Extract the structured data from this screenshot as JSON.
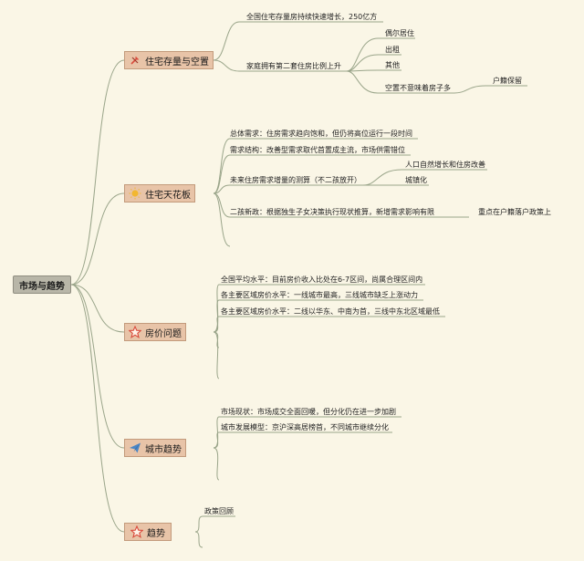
{
  "root": {
    "label": "市场与趋势"
  },
  "branches": [
    {
      "label": "住宅存量与空置",
      "icon": "tools-icon",
      "items": [
        "全国住宅存量房持续快速增长，250亿方",
        "家庭拥有第二套住房比例上升"
      ],
      "subitems": [
        "偶尔居住",
        "出租",
        "其他",
        "空置不意味着房子多"
      ],
      "subsub": [
        "户籍保留"
      ]
    },
    {
      "label": "住宅天花板",
      "icon": "sun-icon",
      "items": [
        "总体需求：住房需求趋向饱和，但仍将高位运行一段时间",
        "需求结构：改善型需求取代首置成主流，市场供需错位",
        "未来住房需求增量的测算（不二孩放开）",
        "二孩新政：根据独生子女决策执行现状推算，新增需求影响有限"
      ],
      "subitems": [
        "人口自然增长和住房改善",
        "城镇化"
      ],
      "subsub": [
        "重点在户籍落户政策上"
      ]
    },
    {
      "label": "房价问题",
      "icon": "star-icon",
      "items": [
        "全国平均水平：目前房价收入比处在6-7区间，尚属合理区间内",
        "各主要区域房价水平：一线城市最高，三线城市缺乏上涨动力",
        "各主要区域房价水平：二线以华东、中南为首，三线中东北区域最低"
      ]
    },
    {
      "label": "城市趋势",
      "icon": "paper-plane-icon",
      "items": [
        "市场现状：市场成交全面回暖，但分化仍在进一步加剧",
        "城市发展模型：京沪深高居榜首，不同城市继续分化"
      ]
    },
    {
      "label": "趋势",
      "icon": "star-icon",
      "items": [
        "政策回顾"
      ]
    }
  ],
  "colors": {
    "line": "#9aa58a",
    "root_fill": "#b8b6a8",
    "branch_fill": "#e8c4a8",
    "icon_red": "#d94b3c",
    "icon_yellow": "#f2b730",
    "icon_blue": "#4a86c5"
  }
}
